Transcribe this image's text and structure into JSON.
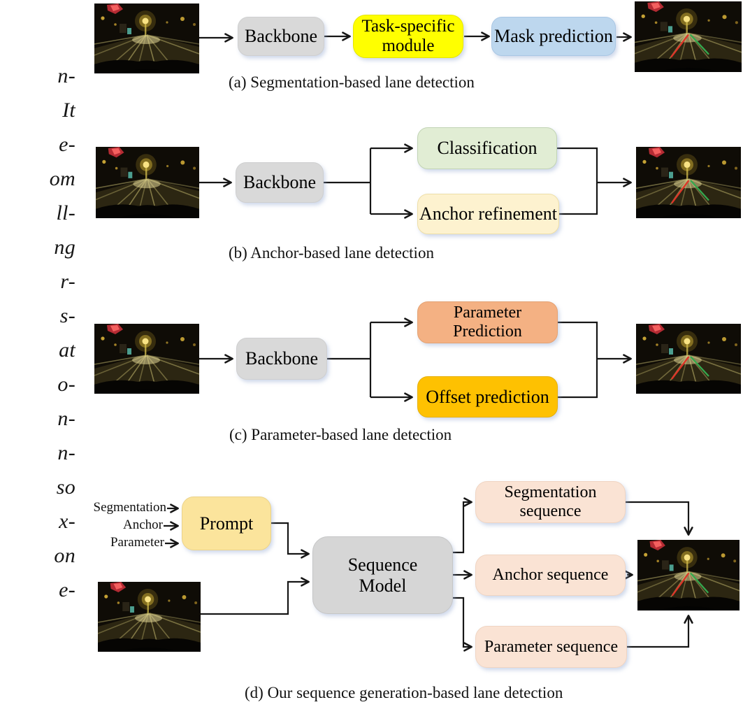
{
  "figure": {
    "left_margin_fragments": [
      "n-",
      "It",
      "e-",
      "om",
      "ll-",
      "ng",
      "r-",
      "s-",
      "at",
      "o-",
      "n-",
      "n-",
      "so",
      "x-",
      "on",
      "e-"
    ],
    "captions": {
      "a": "(a) Segmentation-based lane detection",
      "b": "(b) Anchor-based lane detection",
      "c": "(c) Parameter-based lane detection",
      "d": "(d) Our sequence generation-based lane detection"
    },
    "panel_a": {
      "backbone": "Backbone",
      "task_specific_line1": "Task-specific",
      "task_specific_line2": "module",
      "mask_prediction": "Mask prediction"
    },
    "panel_b": {
      "backbone": "Backbone",
      "classification": "Classification",
      "anchor_refinement": "Anchor refinement"
    },
    "panel_c": {
      "backbone": "Backbone",
      "parameter_prediction_line1": "Parameter",
      "parameter_prediction_line2": "Prediction",
      "offset_prediction": "Offset prediction"
    },
    "panel_d": {
      "prompt_inputs": [
        "Segmentation",
        "Anchor",
        "Parameter"
      ],
      "prompt": "Prompt",
      "sequence_model_line1": "Sequence",
      "sequence_model_line2": "Model",
      "segmentation_sequence_line1": "Segmentation",
      "segmentation_sequence_line2": "sequence",
      "anchor_sequence": "Anchor sequence",
      "parameter_sequence": "Parameter sequence"
    },
    "colors": {
      "backbone_gray": "#d9d9d9",
      "task_specific_yellow": "#ffff00",
      "mask_prediction_blue": "#bdd7ee",
      "classification_green": "#e1edd4",
      "anchor_refinement_cream": "#fdf2cf",
      "parameter_prediction_salmon": "#f4b183",
      "offset_prediction_gold": "#fec101",
      "prompt_gold": "#fbe49c",
      "sequence_model_gray": "#d6d6d6",
      "sequence_peach": "#fae3d4",
      "lane_red": "#df3428",
      "lane_green": "#35a84e",
      "arrow_black": "#161616"
    }
  }
}
